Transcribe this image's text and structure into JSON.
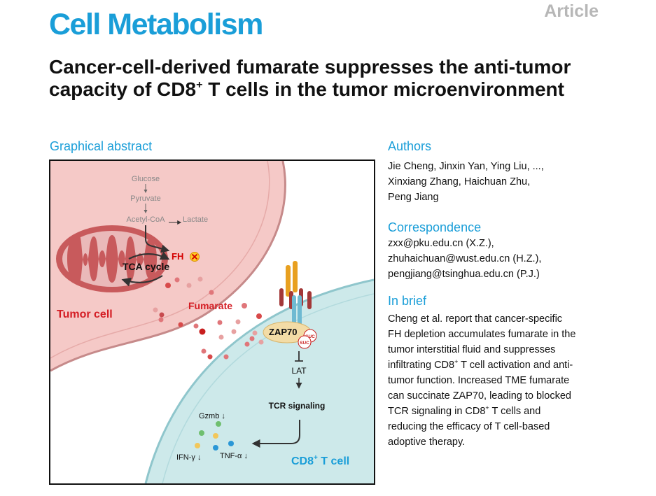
{
  "header": {
    "journal": "Cell Metabolism",
    "article_type": "Article",
    "title_part1": "Cancer-cell-derived fumarate suppresses the anti-tumor capacity of CD8",
    "title_sup": "+",
    "title_part2": " T cells in the tumor microenvironment",
    "brand_color": "#1a9ed8"
  },
  "graphical_abstract": {
    "heading": "Graphical abstract",
    "glucose": "Glucose",
    "pyruvate": "Pyruvate",
    "acetyl_coa": "Acetyl-CoA",
    "lactate": "Lactate",
    "fh": "FH",
    "tca": "TCA cycle",
    "tumor_cell": "Tumor cell",
    "fumarate": "Fumarate",
    "zap70": "ZAP70",
    "suc": "SUC",
    "lat": "LAT",
    "tcr": "TCR signaling",
    "gzmb": "Gzmb ↓",
    "ifng": "IFN-γ ↓",
    "tnfa": "TNF-α ↓",
    "t_cell_prefix": "CD8",
    "t_cell_sup": "+",
    "t_cell_suffix": " T cell",
    "colors": {
      "tumor_fill": "#f5c9c7",
      "tcell_fill": "#cde9ea",
      "mito": "#c85a5c",
      "fumarate_red": "#d84a4a",
      "zap70_fill": "#f3dca6"
    }
  },
  "authors": {
    "heading": "Authors",
    "line1": "Jie Cheng, Jinxin Yan, Ying Liu, ...,",
    "line2": "Xinxiang Zhang, Haichuan Zhu,",
    "line3": "Peng Jiang"
  },
  "correspondence": {
    "heading": "Correspondence",
    "line1": "zxx@pku.edu.cn (X.Z.),",
    "line2": "zhuhaichuan@wust.edu.cn (H.Z.),",
    "line3": "pengjiang@tsinghua.edu.cn (P.J.)"
  },
  "in_brief": {
    "heading": "In brief",
    "line1": "Cheng et al. report that cancer-specific",
    "line2": "FH depletion accumulates fumarate in the",
    "line3": "tumor interstitial fluid and suppresses",
    "line4a": "infiltrating CD8",
    "line4sup": "+",
    "line4b": " T cell activation and anti-",
    "line5": "tumor function. Increased TME fumarate",
    "line6": "can succinate ZAP70, leading to blocked",
    "line7a": "TCR signaling in CD8",
    "line7sup": "+",
    "line7b": " T cells and",
    "line8": "reducing the efficacy of T cell-based",
    "line9": "adoptive therapy."
  }
}
